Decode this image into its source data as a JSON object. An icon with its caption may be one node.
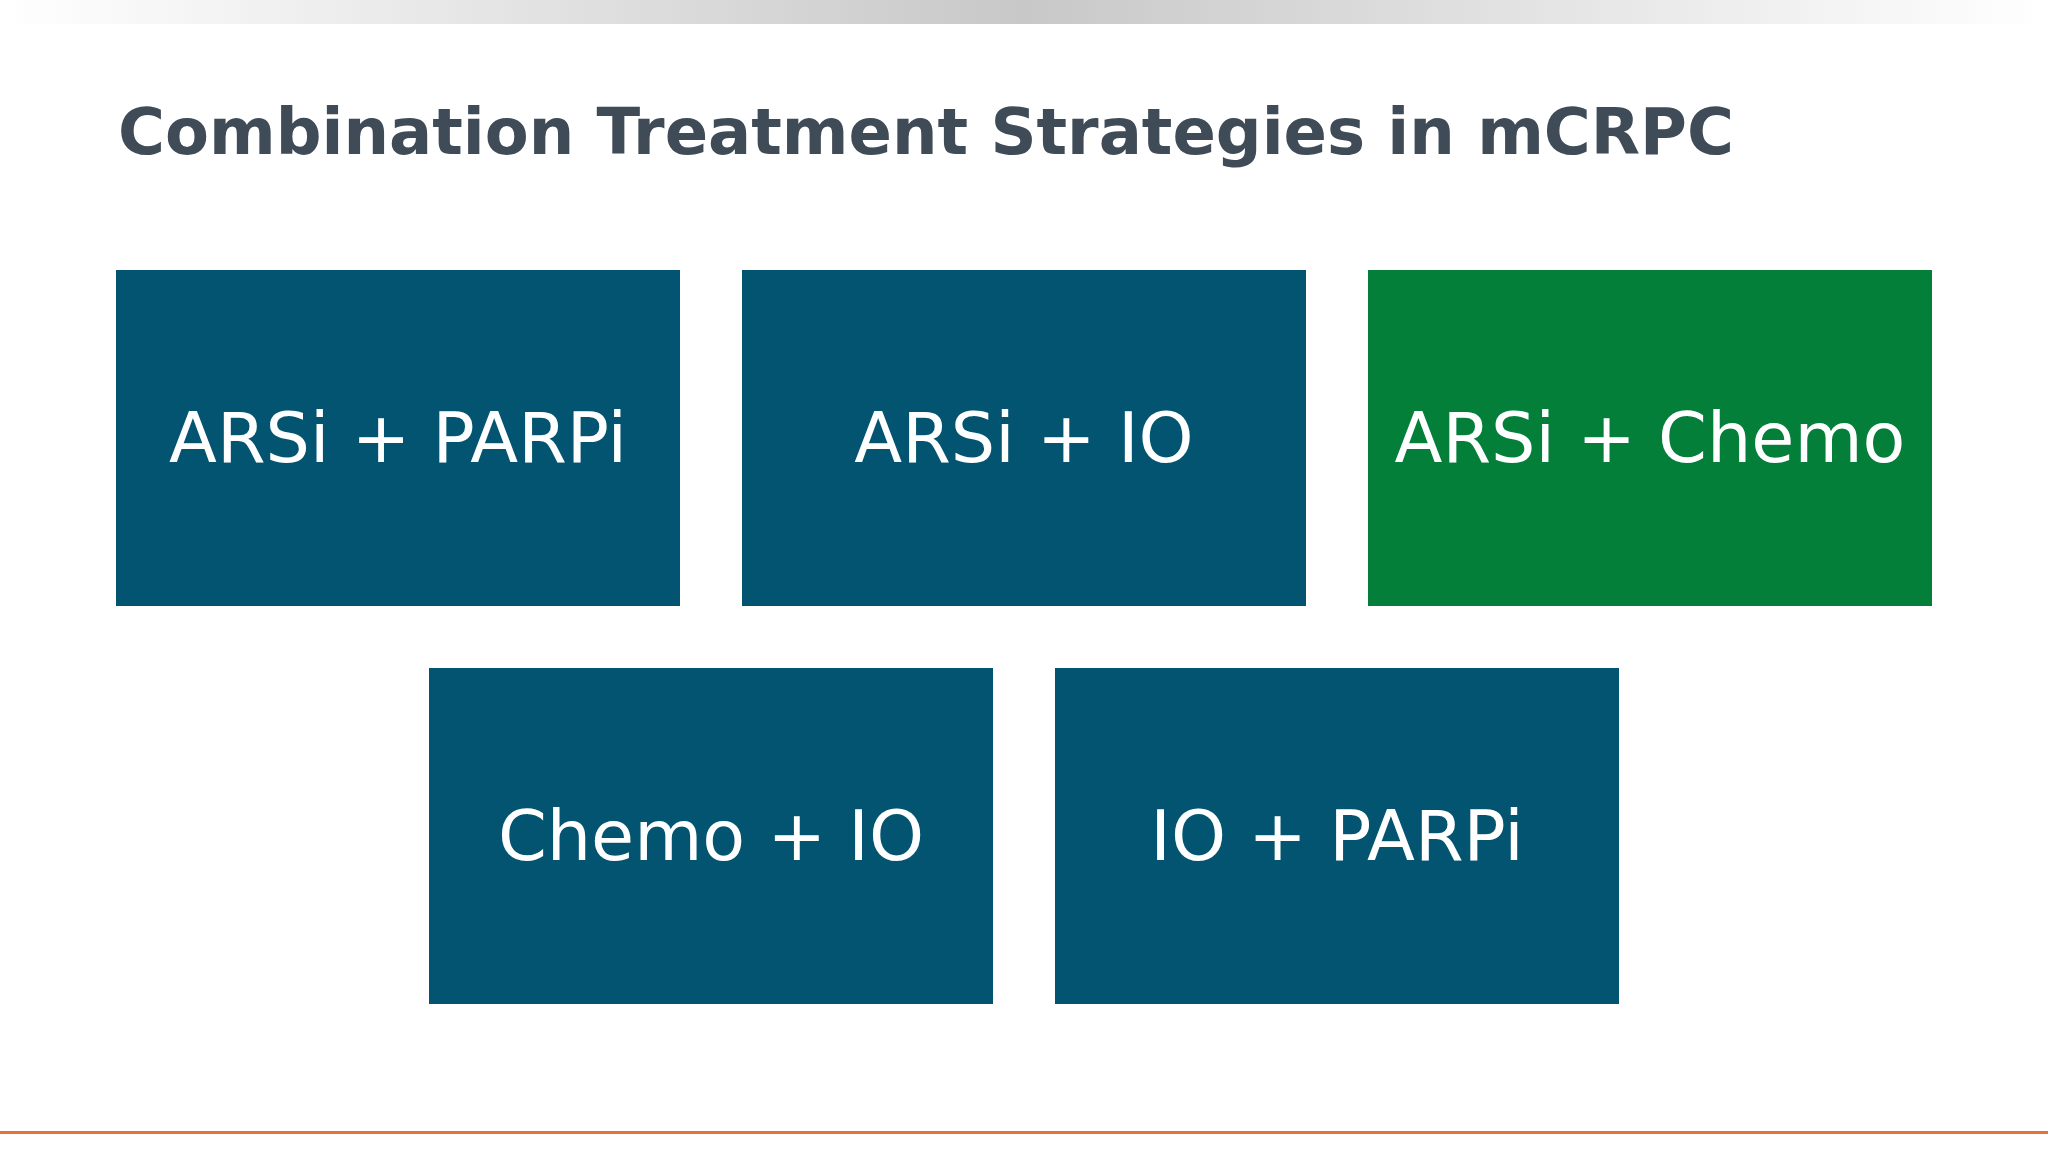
{
  "diagram": {
    "title": "Combination Treatment Strategies in mCRPC",
    "nodes": [
      {
        "text": [
          "ARSi + PARPi"
        ]
      },
      {
        "text": [
          "ARSi + IO"
        ]
      },
      {
        "text": [
          "ARSi + Chemo"
        ]
      },
      {
        "text": [
          "Chemo + IO"
        ]
      },
      {
        "text": [
          "IO + PARPi"
        ]
      }
    ]
  }
}
